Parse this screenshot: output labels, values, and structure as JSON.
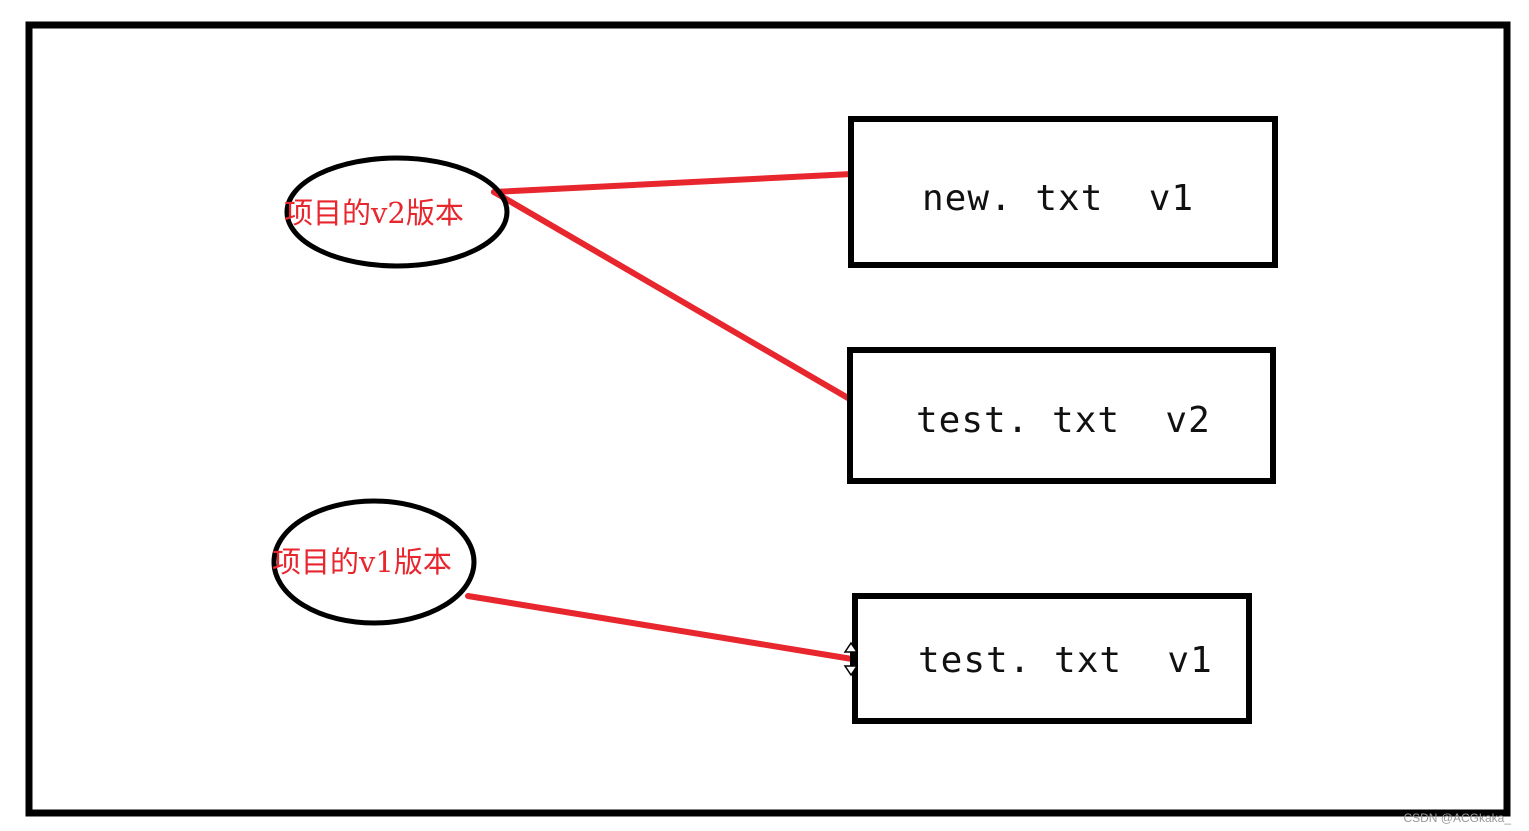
{
  "versions": [
    {
      "id": "v2",
      "label": "项目的v2版本"
    },
    {
      "id": "v1",
      "label": "项目的v1版本"
    }
  ],
  "files": [
    {
      "id": "new-v1",
      "label": "new. txt  v1"
    },
    {
      "id": "test-v2",
      "label": "test. txt  v2"
    },
    {
      "id": "test-v1",
      "label": "test. txt  v1"
    }
  ],
  "links": [
    {
      "from": "v2",
      "to": "new-v1"
    },
    {
      "from": "v2",
      "to": "test-v2"
    },
    {
      "from": "v1",
      "to": "test-v1"
    }
  ],
  "colors": {
    "line": "#e8262e",
    "stroke": "#000000",
    "label": "#e8262e"
  },
  "watermark": "CSDN @ACGkaka_"
}
